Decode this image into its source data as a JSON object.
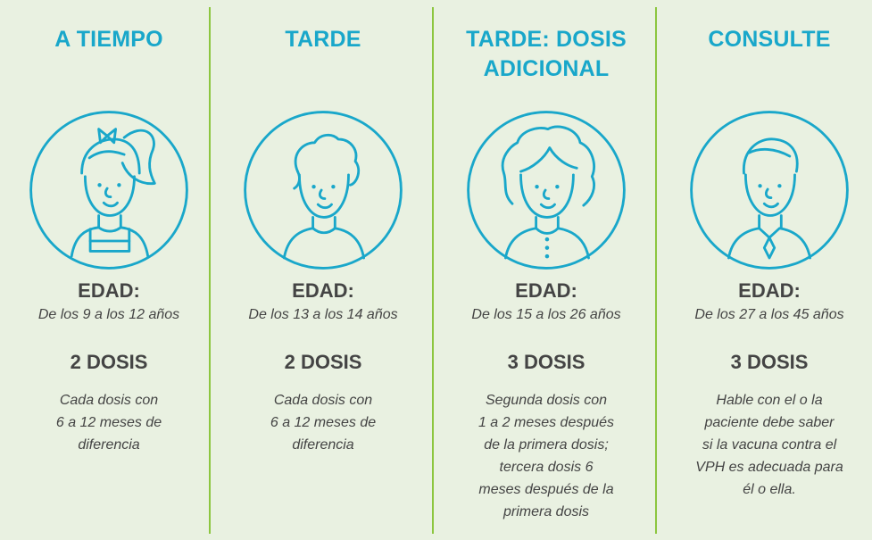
{
  "colors": {
    "background": "#e9f1e1",
    "accent": "#19a7ca",
    "divider": "#8cc63f",
    "text": "#444444"
  },
  "columns": [
    {
      "title": "A TIEMPO",
      "icon": "girl-avatar-icon",
      "edad_label": "EDAD:",
      "age_range": "De los 9 a los 12 años",
      "doses": "2 DOSIS",
      "description": "Cada dosis con\n6 a 12 meses de\ndiferencia"
    },
    {
      "title": "TARDE",
      "icon": "boy-avatar-icon",
      "edad_label": "EDAD:",
      "age_range": "De los 13 a los 14 años",
      "doses": "2 DOSIS",
      "description": "Cada dosis con\n6 a 12 meses de\ndiferencia"
    },
    {
      "title": "TARDE: DOSIS\nADICIONAL",
      "icon": "woman-avatar-icon",
      "edad_label": "EDAD:",
      "age_range": "De los 15 a los 26 años",
      "doses": "3 DOSIS",
      "description": "Segunda dosis con\n1 a 2 meses después\nde la primera dosis;\ntercera dosis 6\nmeses después de la\nprimera dosis"
    },
    {
      "title": "CONSULTE",
      "icon": "man-avatar-icon",
      "edad_label": "EDAD:",
      "age_range": "De los 27 a los 45 años",
      "doses": "3 DOSIS",
      "description": "Hable con el o la\npaciente debe saber\nsi la vacuna contra el\nVPH es adecuada para\nél o ella."
    }
  ]
}
